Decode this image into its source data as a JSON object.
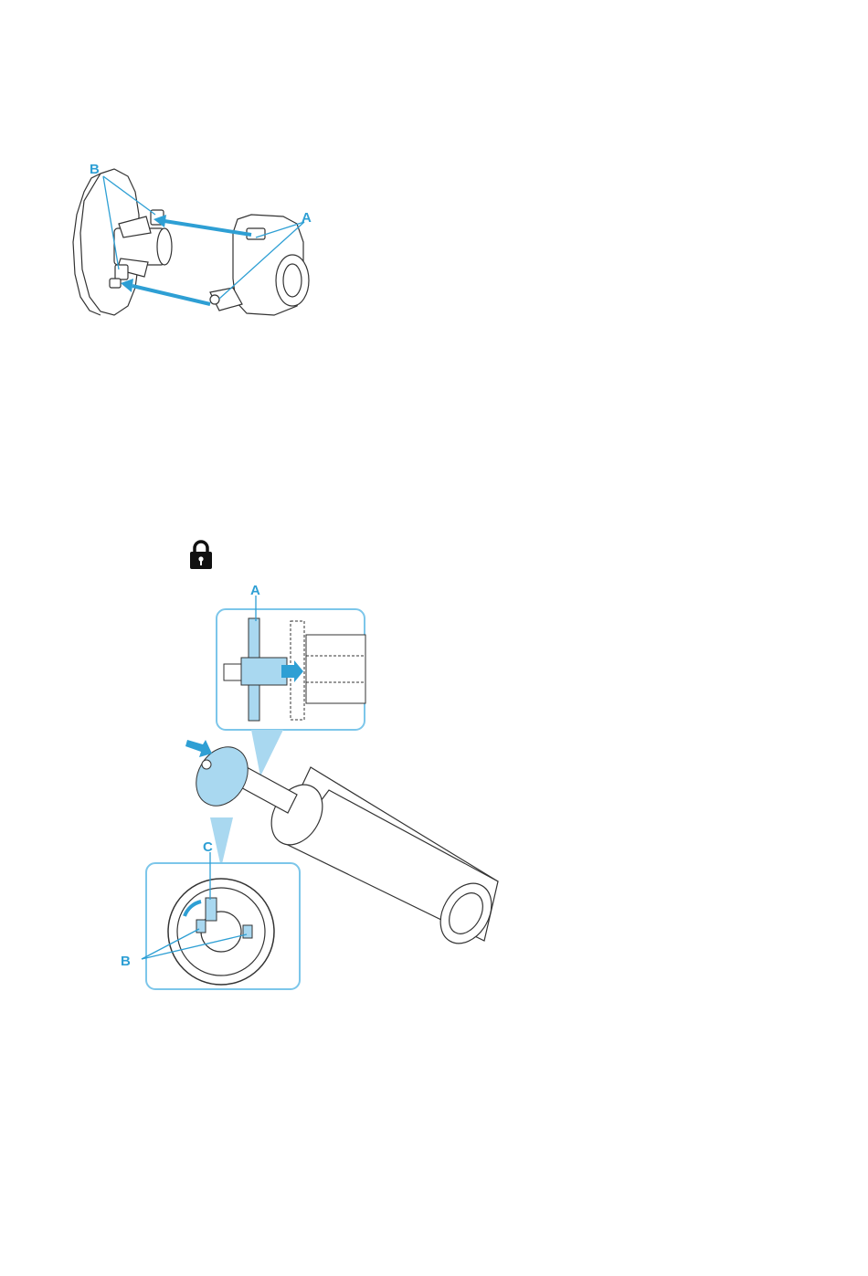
{
  "figure_1": {
    "labels": {
      "a": "A",
      "b": "B"
    },
    "icon": "roll-holder-assembly"
  },
  "lock_icon": {
    "icon": "lock-icon"
  },
  "figure_2": {
    "labels": {
      "a": "A",
      "b": "B",
      "c": "C"
    },
    "icon": "roll-holder-insertion"
  },
  "colors": {
    "accent": "#2e9fd4",
    "callout_border": "#7cc6ea",
    "light_blue": "#a9d8f0",
    "line": "#333333"
  }
}
